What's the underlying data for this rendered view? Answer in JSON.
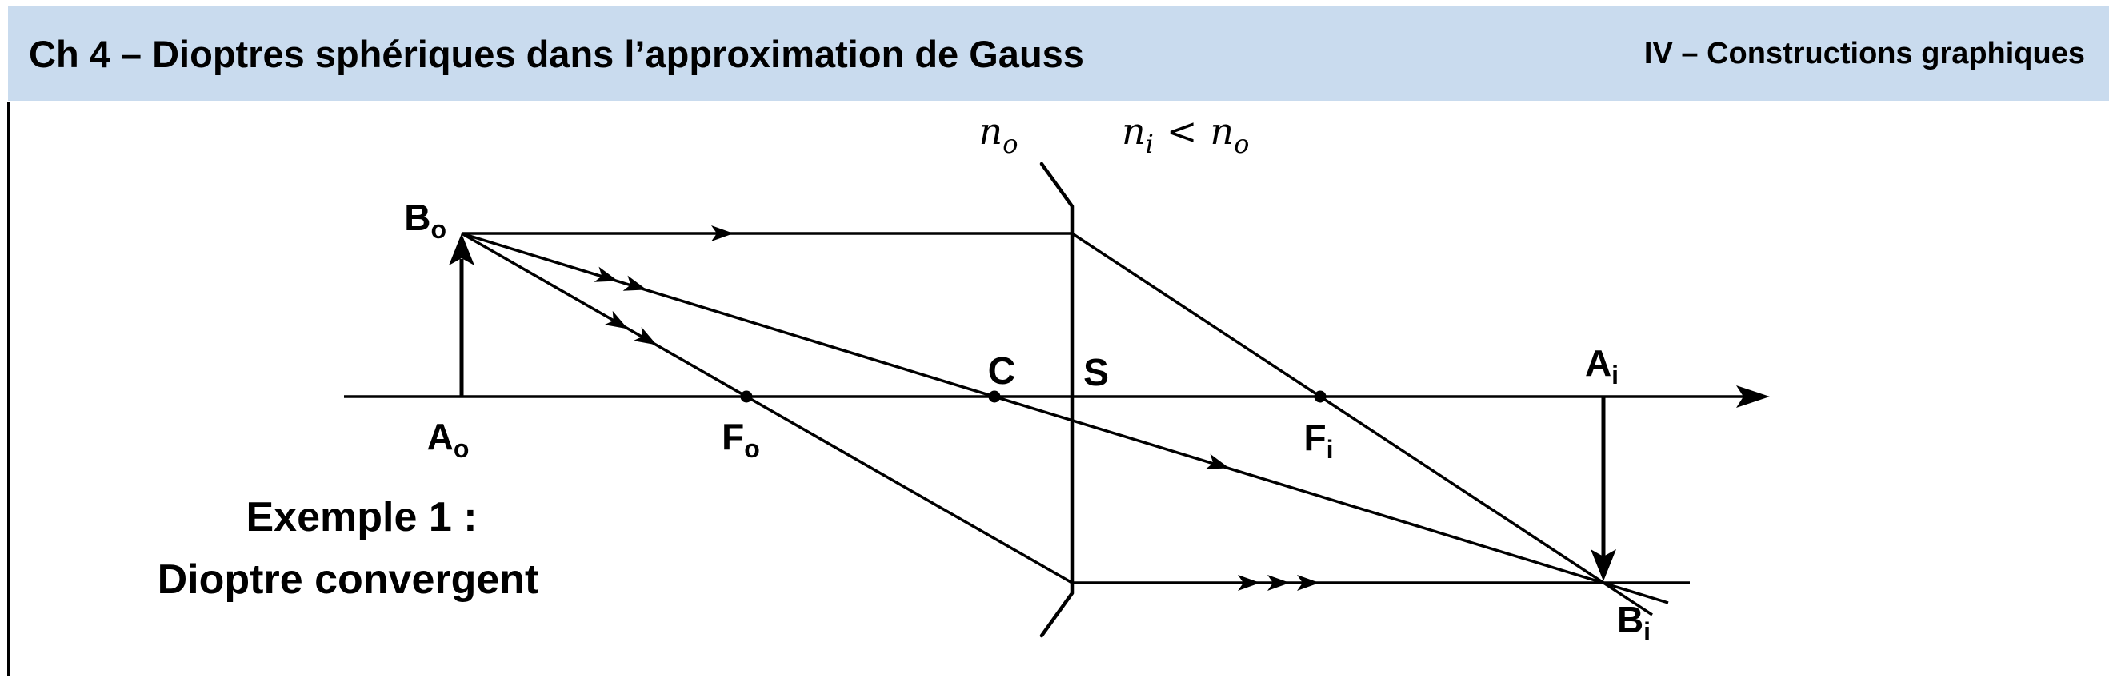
{
  "header": {
    "title": "Ch 4 – Dioptres sphériques dans l’approximation de Gauss",
    "section": "IV – Constructions graphiques"
  },
  "media": {
    "object_index": {
      "symbol": "n",
      "sub": "o"
    },
    "image_index": {
      "symbol": "n",
      "sub": "i"
    },
    "relation": "<"
  },
  "points": {
    "Bo": {
      "main": "B",
      "sub": "o"
    },
    "Ao": {
      "main": "A",
      "sub": "o"
    },
    "Fo": {
      "main": "F",
      "sub": "o"
    },
    "C": {
      "main": "C"
    },
    "S": {
      "main": "S"
    },
    "Fi": {
      "main": "F",
      "sub": "i"
    },
    "Ai": {
      "main": "A",
      "sub": "i"
    },
    "Bi": {
      "main": "B",
      "sub": "i"
    }
  },
  "caption": {
    "line1": "Exemple 1 :",
    "line2": "Dioptre convergent"
  },
  "colors": {
    "header_bg": "#c9dbee",
    "ink": "#000000"
  }
}
